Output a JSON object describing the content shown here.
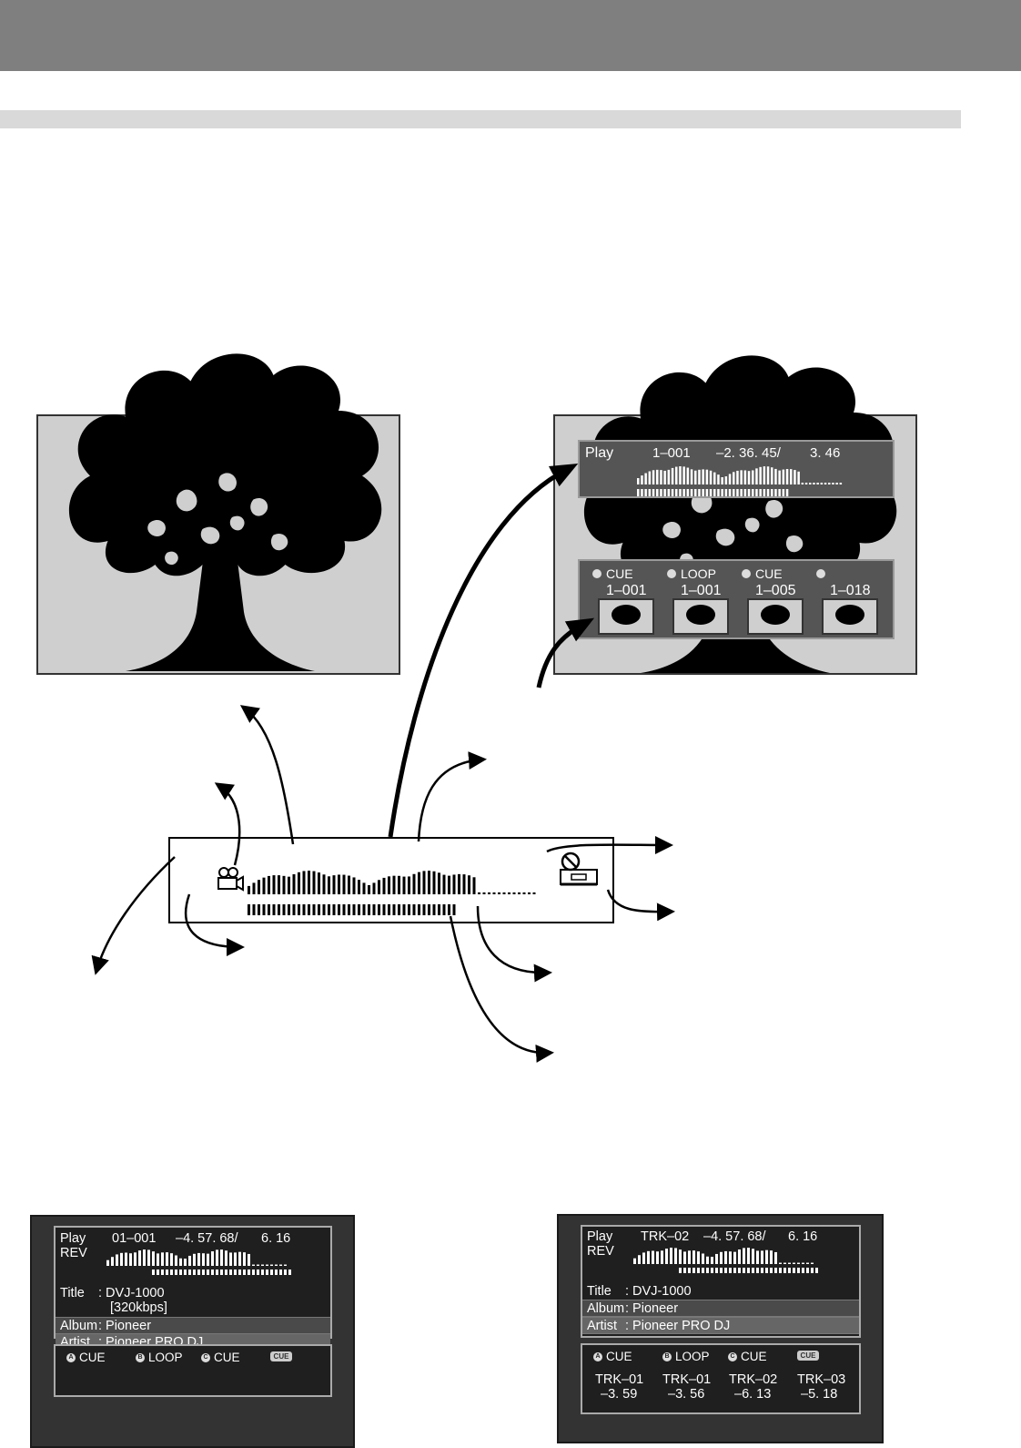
{
  "topright": {
    "status": "Play",
    "track": "1–001",
    "time_remaining": "–2. 36. 45/",
    "time_total": "3. 46",
    "hot_cues": [
      {
        "label": "CUE",
        "value": "1–001"
      },
      {
        "label": "LOOP",
        "value": "1–001"
      },
      {
        "label": "CUE",
        "value": "1–005"
      },
      {
        "label": "",
        "value": "1–018"
      }
    ]
  },
  "screen_a": {
    "status": "Play",
    "track": "01–001",
    "time_remaining": "–4. 57. 68/",
    "time_total": "6. 16",
    "mode": "REV",
    "title_label": "Title",
    "title_value": ": DVJ-1000",
    "bitrate": "[320kbps]",
    "album_label": "Album",
    "album_value": ": Pioneer",
    "artist_label": "Artist",
    "artist_value": ": Pioneer PRO DJ",
    "cues": [
      {
        "letter": "A",
        "label": "CUE"
      },
      {
        "letter": "B",
        "label": "LOOP"
      },
      {
        "letter": "C",
        "label": "CUE"
      }
    ],
    "cue_badge": "CUE"
  },
  "screen_b": {
    "status": "Play",
    "track": "TRK–02",
    "time_remaining": "–4. 57. 68/",
    "time_total": "6. 16",
    "mode": "REV",
    "title_label": "Title",
    "title_value": ": DVJ-1000",
    "album_label": "Album",
    "album_value": ": Pioneer",
    "artist_label": "Artist",
    "artist_value": ": Pioneer PRO DJ",
    "cues": [
      {
        "letter": "A",
        "label": "CUE",
        "track": "TRK–01",
        "time": "–3. 59"
      },
      {
        "letter": "B",
        "label": "LOOP",
        "track": "TRK–01",
        "time": "–3. 56"
      },
      {
        "letter": "C",
        "label": "CUE",
        "track": "TRK–02",
        "time": "–6. 13"
      },
      {
        "letter": "",
        "label": "",
        "track": "TRK–03",
        "time": "–5. 18"
      }
    ],
    "cue_badge": "CUE"
  },
  "colors": {
    "header": "#7f7f7f",
    "subbar": "#d9d9d9",
    "video_bg": "#cfcfcf",
    "osd_bg": "#555555",
    "screen_bg": "#333333"
  }
}
